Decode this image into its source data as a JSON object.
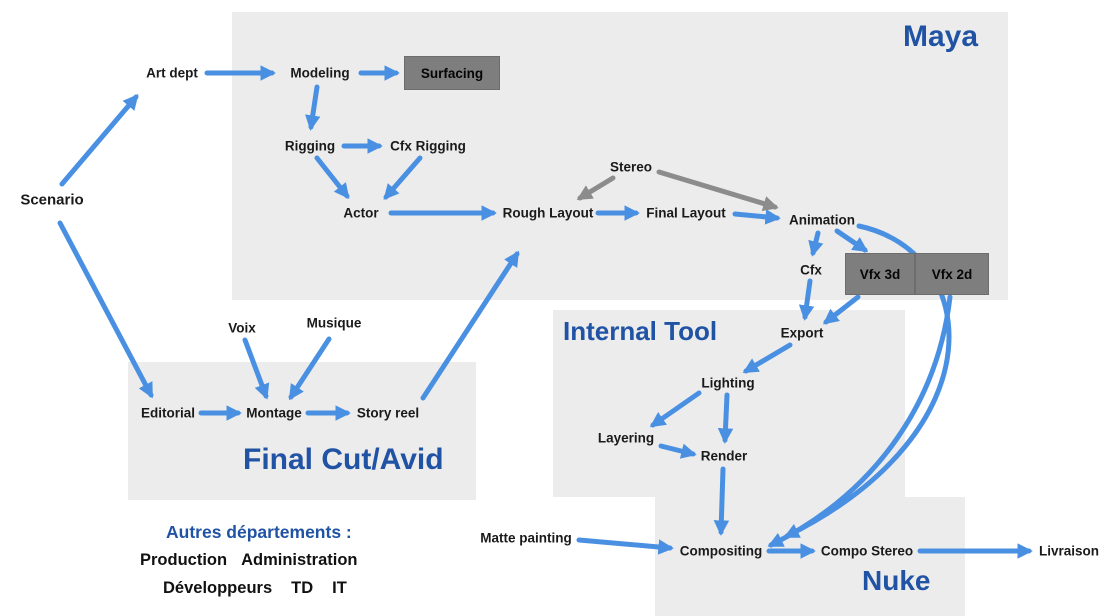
{
  "groups": {
    "maya": {
      "label": "Maya"
    },
    "internal_tool": {
      "label": "Internal Tool"
    },
    "final_cut": {
      "label": "Final Cut/Avid"
    },
    "nuke": {
      "label": "Nuke"
    }
  },
  "nodes": {
    "scenario": "Scenario",
    "art_dept": "Art dept",
    "modeling": "Modeling",
    "surfacing": "Surfacing",
    "rigging": "Rigging",
    "cfx_rigging": "Cfx Rigging",
    "actor": "Actor",
    "stereo": "Stereo",
    "rough_layout": "Rough Layout",
    "final_layout": "Final Layout",
    "animation": "Animation",
    "cfx": "Cfx",
    "vfx_3d": "Vfx 3d",
    "vfx_2d": "Vfx 2d",
    "export": "Export",
    "lighting": "Lighting",
    "layering": "Layering",
    "render": "Render",
    "voix": "Voix",
    "musique": "Musique",
    "editorial": "Editorial",
    "montage": "Montage",
    "story_reel": "Story reel",
    "matte_painting": "Matte painting",
    "compositing": "Compositing",
    "compo_stereo": "Compo Stereo",
    "livraison": "Livraison"
  },
  "footer": {
    "title": "Autres départements :",
    "row1": [
      "Production",
      "Administration"
    ],
    "row2": [
      "Développeurs",
      "TD",
      "IT"
    ]
  },
  "colors": {
    "arrow_blue": "#4a90e2",
    "arrow_gray": "#8c8c8c",
    "group_label_blue": "#2153a4",
    "group_box_gray": "#ececec",
    "dark_node_gray": "#7e7e7e"
  },
  "edges": [
    "Scenario→Art dept",
    "Scenario→Editorial",
    "Art dept→Modeling",
    "Modeling→Surfacing",
    "Modeling→Rigging",
    "Rigging→Cfx Rigging",
    "Rigging→Actor",
    "Cfx Rigging→Actor",
    "Actor→Rough Layout",
    "Rough Layout→Final Layout",
    "Final Layout→Animation",
    "Stereo→Rough Layout",
    "Stereo→Animation",
    "Animation→Cfx",
    "Animation→Vfx 3d",
    "Animation→Compositing",
    "Cfx→Export",
    "Vfx 3d→Export",
    "Vfx 2d→Compositing",
    "Export→Lighting",
    "Lighting→Layering",
    "Lighting→Render",
    "Layering→Render",
    "Render→Compositing",
    "Voix→Montage",
    "Musique→Montage",
    "Editorial→Montage",
    "Montage→Story reel",
    "Story reel→Rough Layout",
    "Matte painting→Compositing",
    "Compositing→Compo Stereo",
    "Compo Stereo→Livraison"
  ]
}
